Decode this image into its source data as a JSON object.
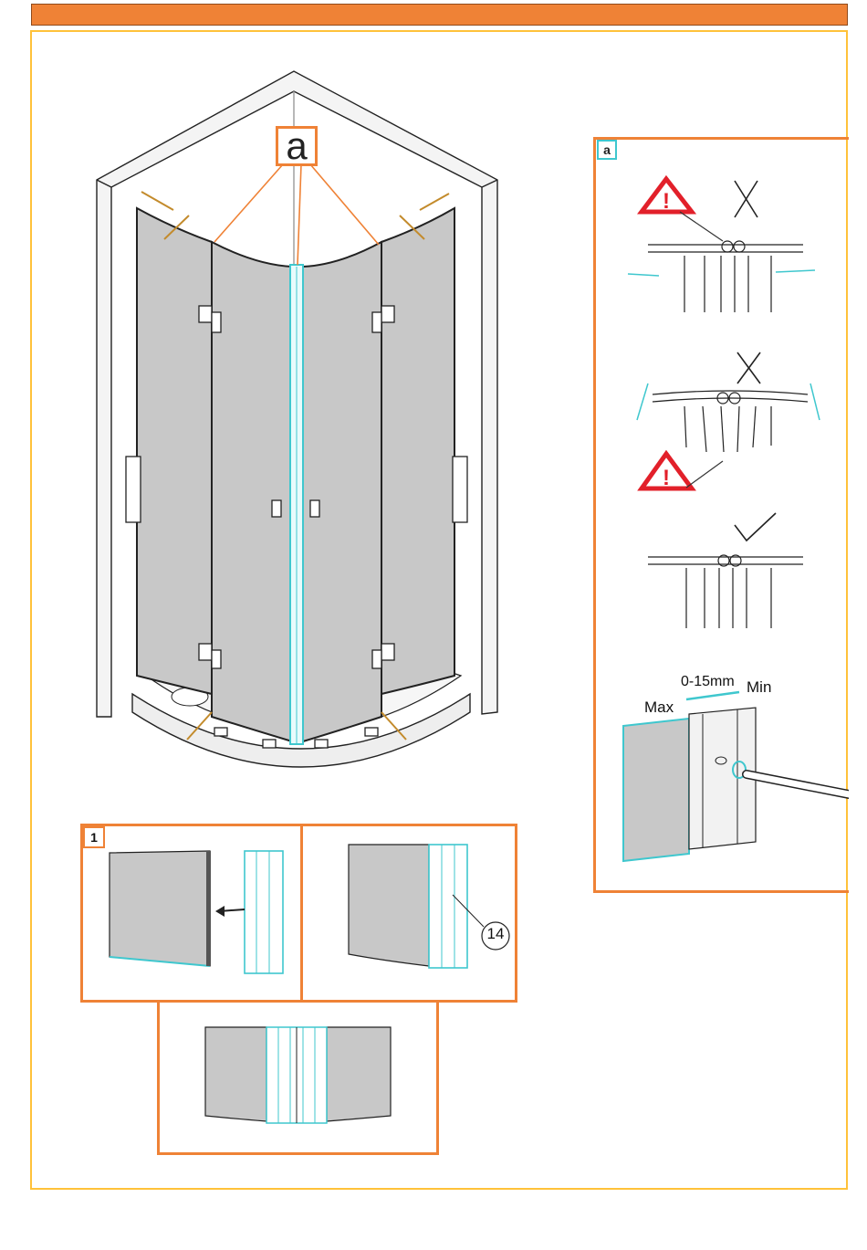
{
  "main_illustration": {
    "callout_label": "a"
  },
  "detail_panel_a": {
    "tag": "a",
    "warning_icons": [
      "warning-triangle-icon",
      "warning-triangle-icon"
    ],
    "marks": [
      "cross-mark-icon",
      "cross-mark-icon",
      "check-mark-icon"
    ],
    "adjust_max_label": "Max",
    "adjust_range_label": "0-15mm",
    "adjust_min_label": "Min"
  },
  "step_1": {
    "tag": "1",
    "part_number": "14"
  },
  "colors": {
    "accent_orange": "#ef8236",
    "frame_yellow": "#ffc23a",
    "cyan_highlight": "#3fc7ce",
    "warning_red": "#e2202a",
    "glass_grey": "#c8c8c8"
  }
}
